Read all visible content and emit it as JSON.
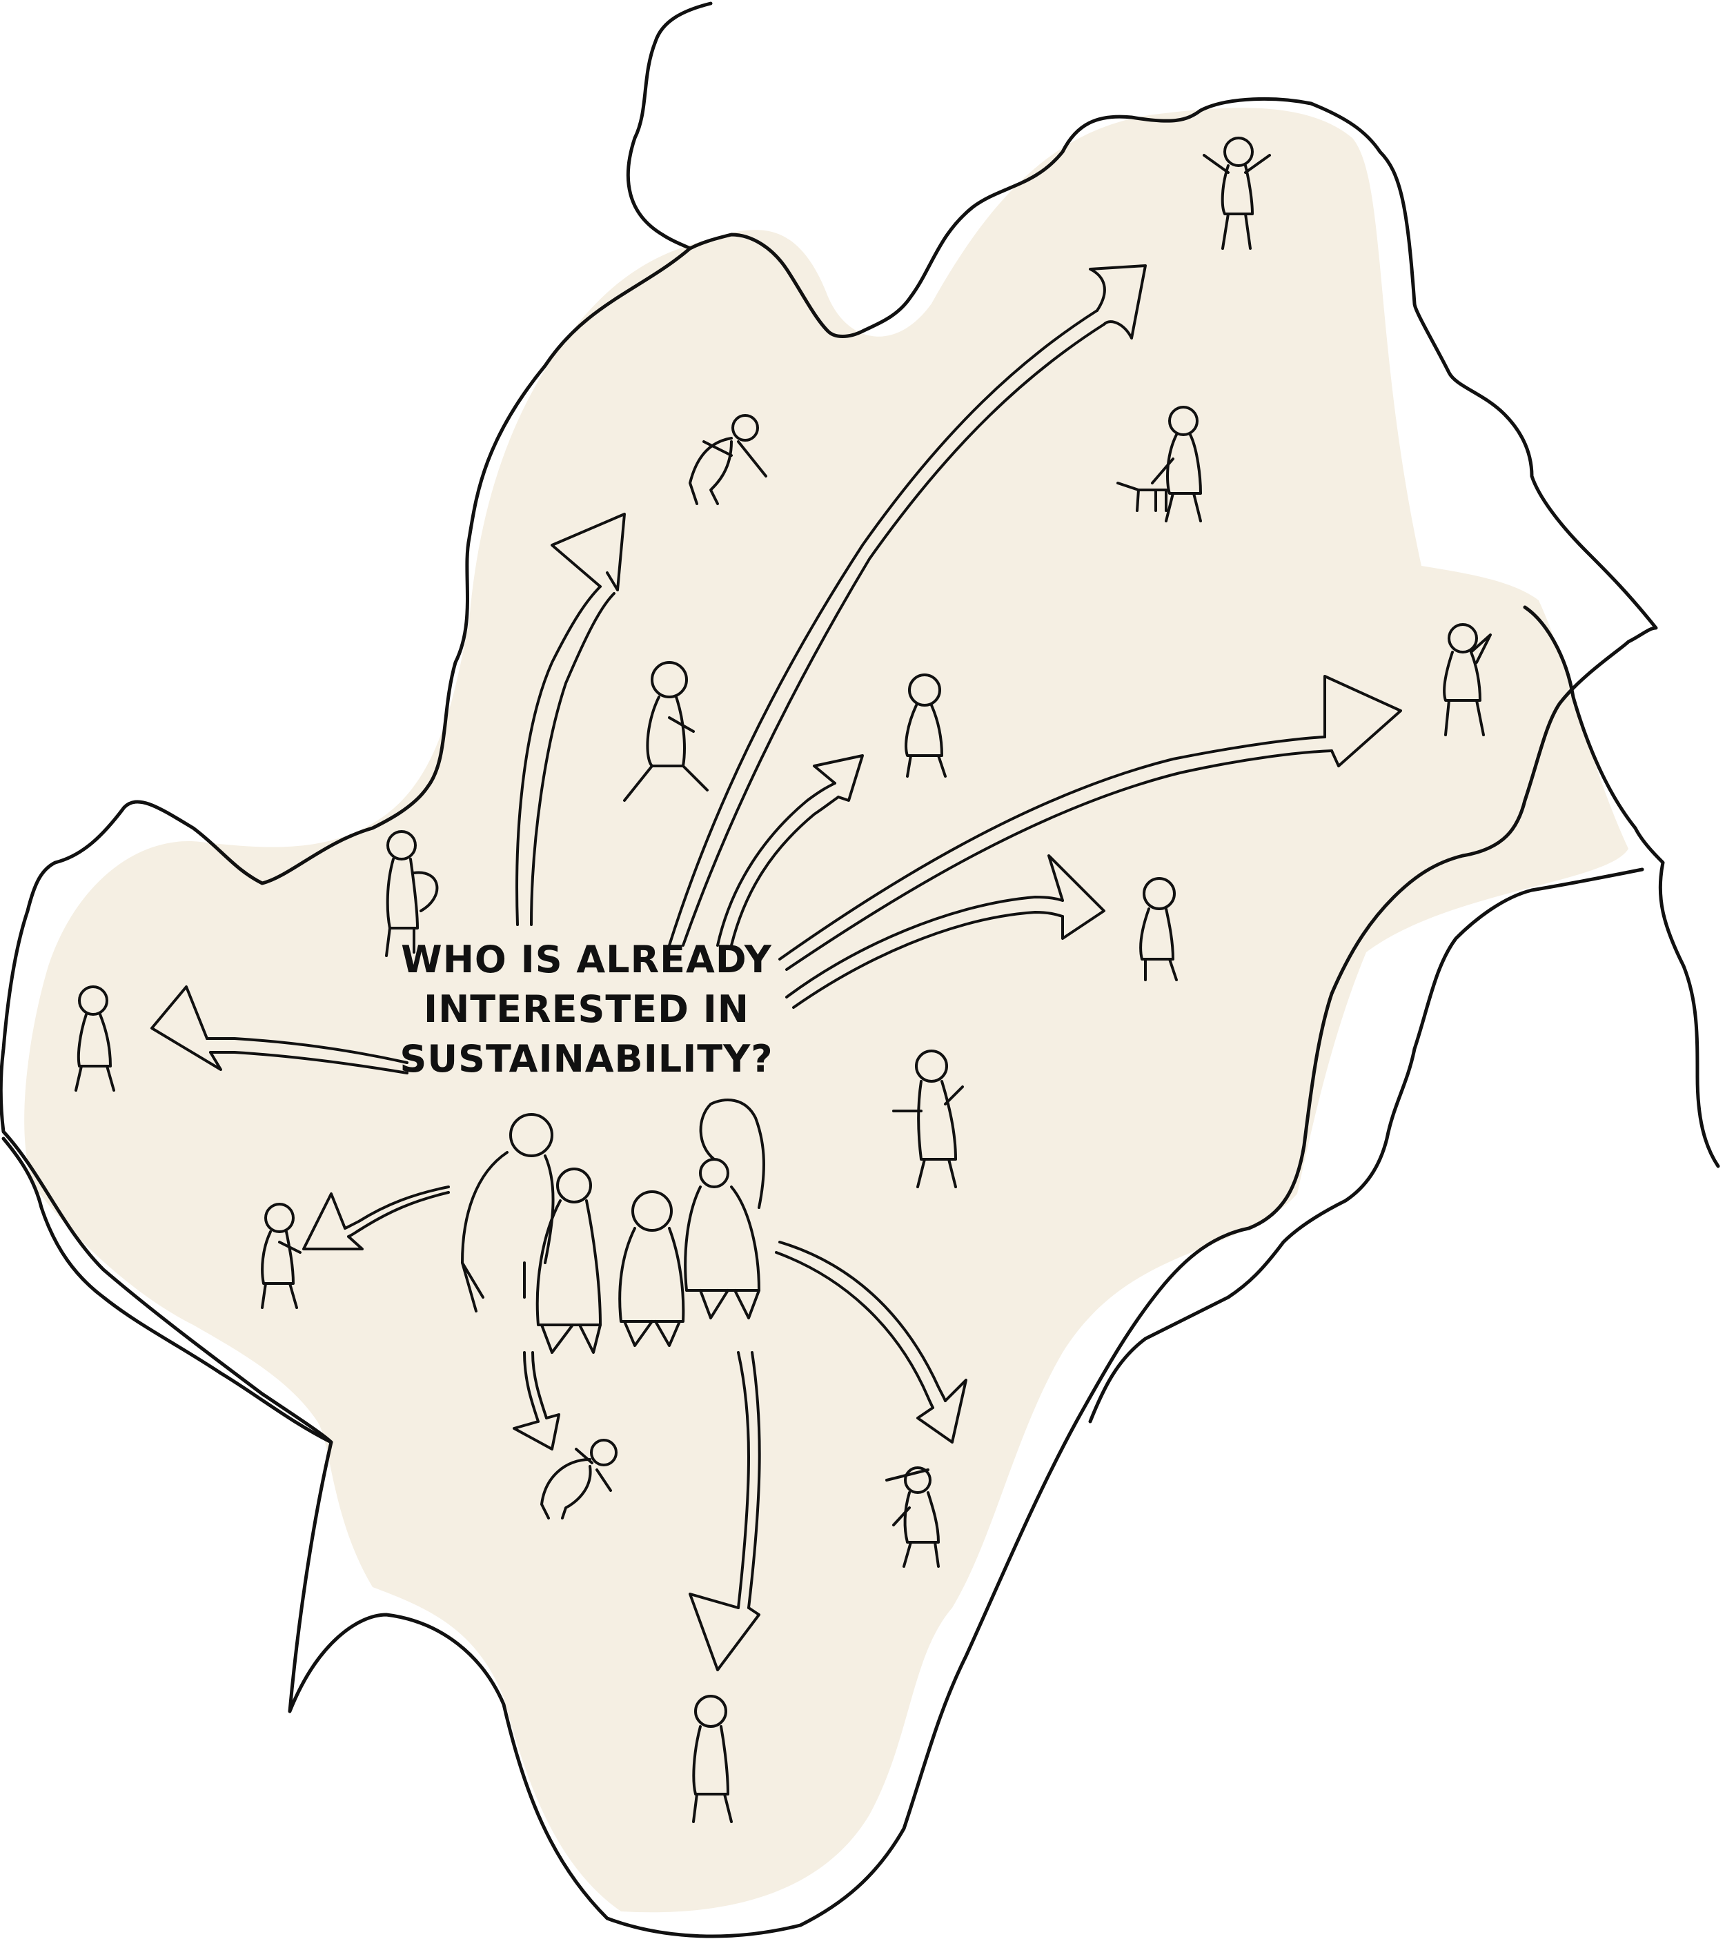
{
  "question": {
    "lines": [
      "WHO IS ALREADY",
      "INTERESTED IN",
      "SUSTAINABILITY?"
    ]
  },
  "colors": {
    "fill": "#f5efe3",
    "ink": "#111111",
    "background": "#ffffff"
  },
  "figures": [
    {
      "name": "person-waving-top"
    },
    {
      "name": "person-walking-dog"
    },
    {
      "name": "person-bending"
    },
    {
      "name": "person-thinking-right"
    },
    {
      "name": "person-walking"
    },
    {
      "name": "person-standing-center"
    },
    {
      "name": "person-with-backpack"
    },
    {
      "name": "person-far-left"
    },
    {
      "name": "person-right-middle"
    },
    {
      "name": "person-pointing"
    },
    {
      "name": "person-with-child"
    },
    {
      "name": "person-crouching"
    },
    {
      "name": "person-with-cap"
    },
    {
      "name": "person-bottom"
    },
    {
      "name": "core-group"
    }
  ]
}
